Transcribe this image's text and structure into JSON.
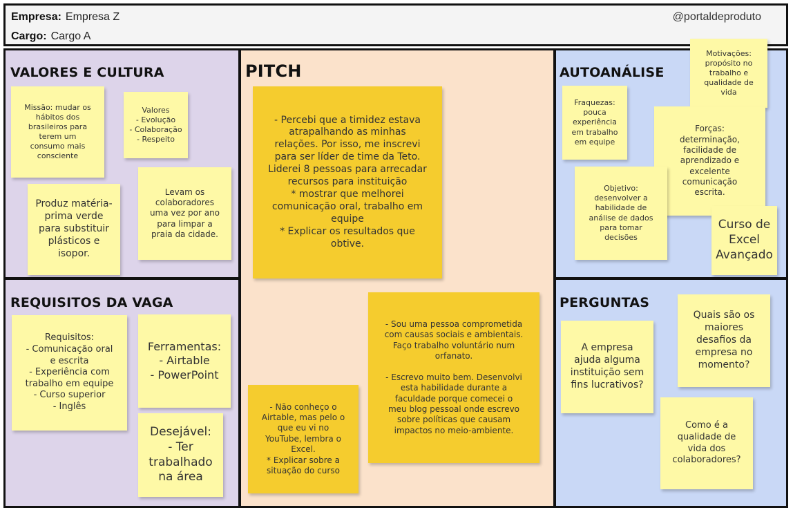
{
  "header": {
    "empresa_label": "Empresa:",
    "empresa_value": "Empresa Z",
    "cargo_label": "Cargo:",
    "cargo_value": "Cargo A",
    "handle": "@portaldeproduto"
  },
  "panels": {
    "valores_title": "VALORES E CULTURA",
    "requisitos_title": "REQUISITOS DA VAGA",
    "pitch_title": "PITCH",
    "auto_title": "AUTOANÁLISE",
    "perguntas_title": "PERGUNTAS"
  },
  "notes": {
    "missao": "Missão: mudar os\nhábitos dos\nbrasileiros para\nterem um\nconsumo mais\nconsciente",
    "valores": "Valores\n- Evolução\n- Colaboração\n- Respeito",
    "produz": "Produz matéria-\nprima verde\npara substituir\nplásticos e\nisopor.",
    "levam": "Levam os\ncolaboradores\numa vez por ano\npara limpar a\npraia da cidade.",
    "requisitos": "Requisitos:\n- Comunicação oral\ne escrita\n- Experiência com\ntrabalho em equipe\n- Curso superior\n- Inglês",
    "ferramentas": "Ferramentas:\n- Airtable\n- PowerPoint",
    "desejavel": "Desejável:\n- Ter\ntrabalhado\nna área",
    "pitch1": "- Percebi que a timidez estava\natrapalhando as minhas\nrelações. Por isso, me inscrevi\npara ser líder de time da Teto.\nLiderei 8 pessoas para arrecadar\nrecursos para instituição\n* mostrar que melhorei\ncomunicação oral, trabalho em\nequipe\n* Explicar os resultados que\nobtive.",
    "pitch2": "- Sou uma pessoa comprometida\ncom causas sociais e ambientais.\nFaço trabalho voluntário num\norfanato.\n\n- Escrevo muito bem. Desenvolvi\nesta habilidade durante a\nfaculdade porque comecei o\nmeu blog pessoal onde escrevo\nsobre políticas que causam\nimpactos no meio-ambiente.",
    "pitch3": "- Não conheço o\nAirtable, mas pelo o\nque eu vi no\nYouTube, lembra o\nExcel.\n* Explicar sobre a\nsituação do curso",
    "fraquezas": "Fraquezas:\npouca\nexperiência\nem trabalho\nem equipe",
    "motivacoes": "Motivações:\npropósito no\ntrabalho e\nqualidade de\nvida",
    "forcas": "Forças:\ndeterminação,\nfacilidade de\naprendizado e\nexcelente\ncomunicação\nescrita.",
    "objetivo": "Objetivo:\ndesenvolver a\nhabilidade de\nanálise de dados\npara tomar\ndecisões",
    "curso": "Curso de\nExcel\nAvançado",
    "ajuda": "A empresa\najuda alguma\ninstituição sem\nfins lucrativos?",
    "desafios": "Quais são os\nmaiores\ndesafios da\nempresa no\nmomento?",
    "qualidade": "Como é a\nqualidade de\nvida dos\ncolaboradores?"
  }
}
